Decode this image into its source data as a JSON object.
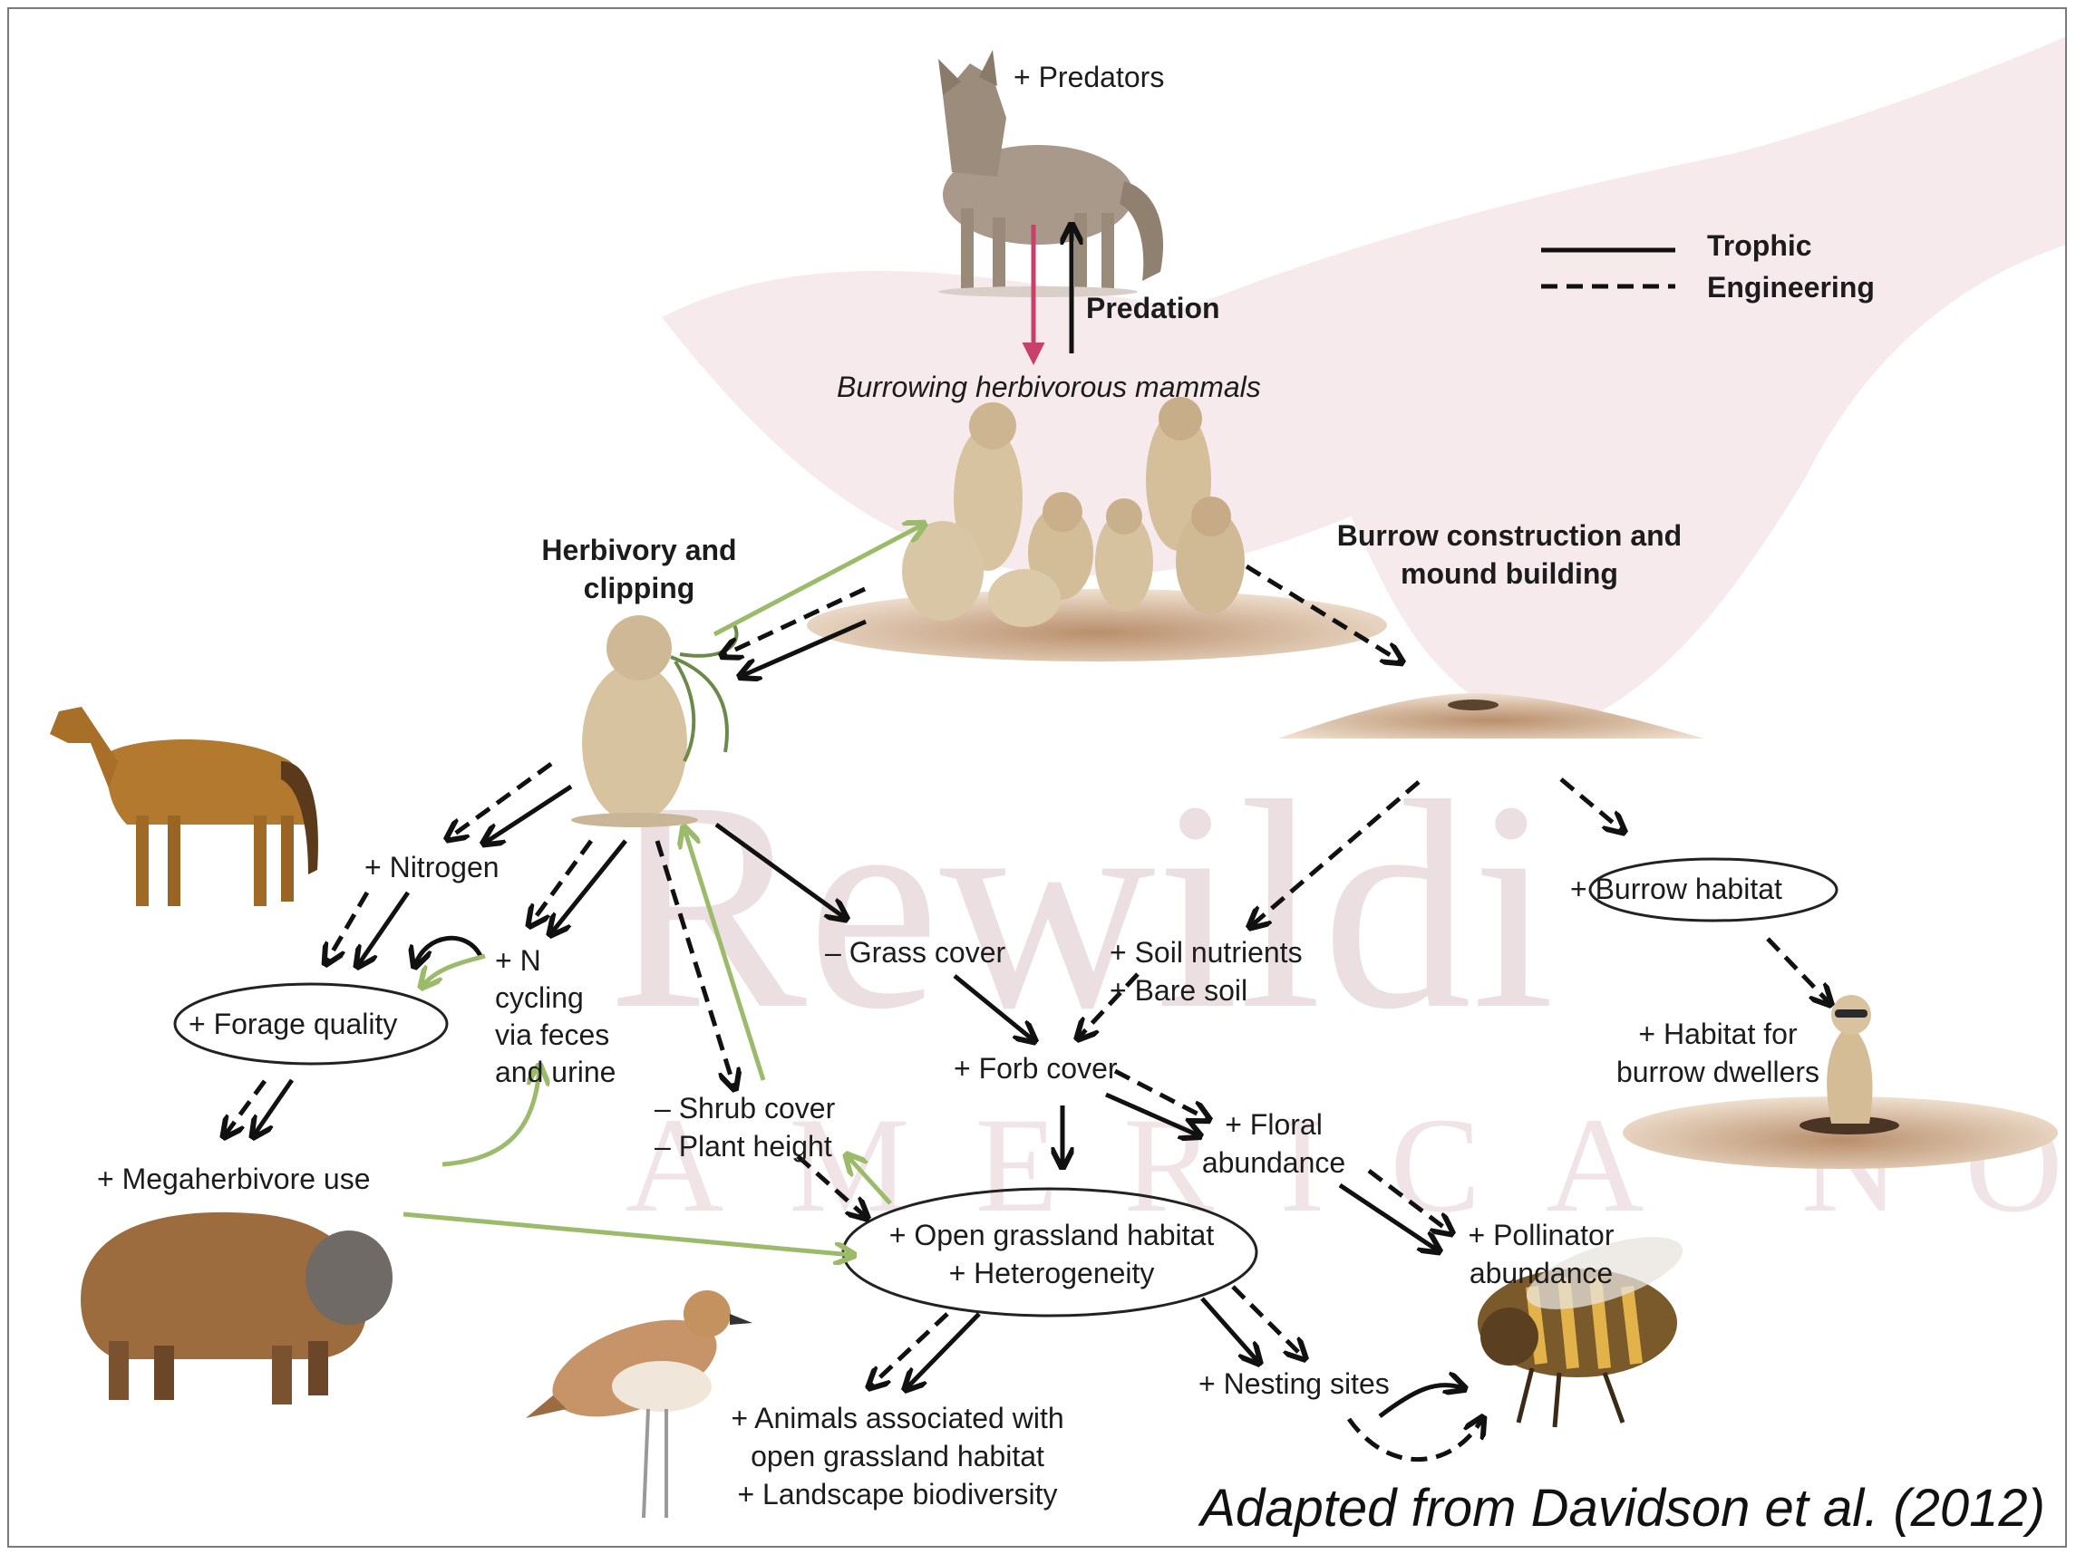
{
  "watermark": {
    "word1": "Rewildi",
    "word2": "AMERICA NO",
    "color": "#d9b9be"
  },
  "legend": {
    "trophic": "Trophic",
    "engineering": "Engineering"
  },
  "labels": {
    "predators": "+ Predators",
    "predation": "Predation",
    "burrowing_mammals": "Burrowing herbivorous mammals",
    "herbivory": "Herbivory and\nclipping",
    "burrow_construction": "Burrow construction and\nmound building",
    "nitrogen": "+ Nitrogen",
    "n_cycling": "+ N\ncycling\nvia feces\nand urine",
    "forage_quality": "+ Forage quality",
    "megaherbivore_use": "+ Megaherbivore use",
    "grass_cover": "– Grass cover",
    "soil_nutrients": "+ Soil nutrients\n+ Bare soil",
    "forb_cover": "+ Forb cover",
    "shrub_cover": "– Shrub cover\n– Plant height",
    "floral_abundance": "+ Floral\nabundance",
    "open_grassland": "+ Open grassland habitat\n+ Heterogeneity",
    "pollinator_abundance": "+ Pollinator\nabundance",
    "burrow_habitat": "+ Burrow habitat",
    "habitat_dwellers": "+ Habitat for\nburrow dwellers",
    "nesting_sites": "+ Nesting sites",
    "animals_associated": "+ Animals associated with\nopen grassland habitat\n+ Landscape biodiversity"
  },
  "credit": "Adapted from Davidson et al. (2012)",
  "colors": {
    "arrow": "#111111",
    "green_arrow": "#9bbb6a",
    "predation_arrow": "#c9406a",
    "mound": "#c8a786",
    "text": "#1c1c1c"
  },
  "illustrations": [
    "coyote",
    "prairie-dog-colony",
    "prairie-dog-eating",
    "burrow-mound",
    "horse",
    "bison",
    "plover",
    "black-footed-ferret",
    "honeybee"
  ]
}
